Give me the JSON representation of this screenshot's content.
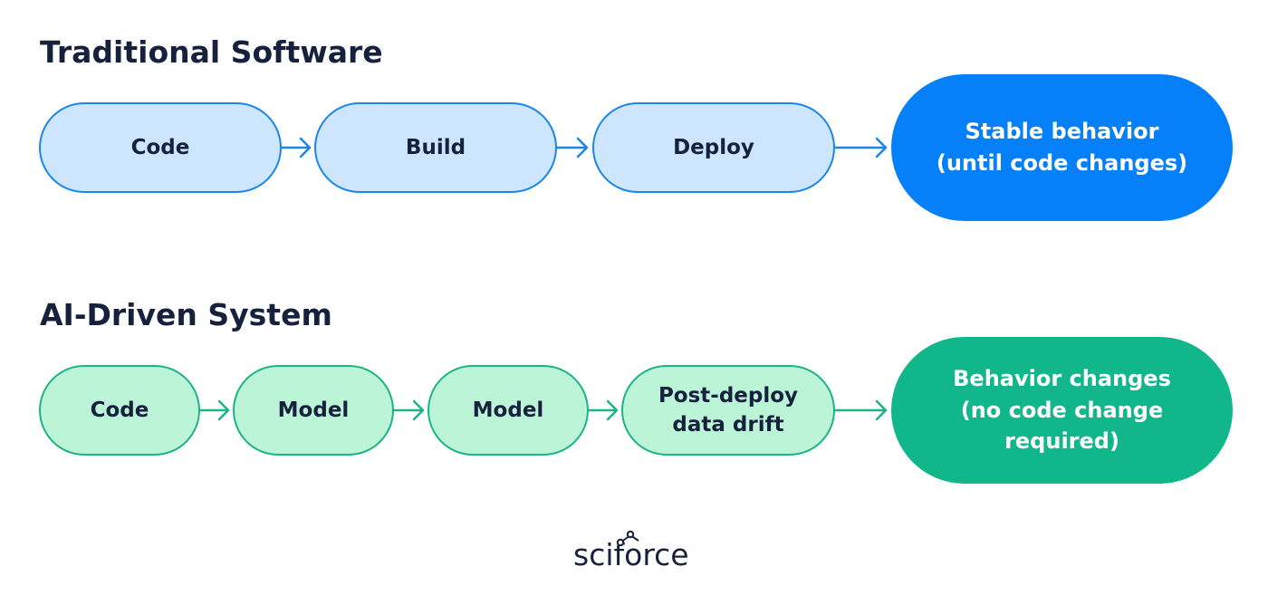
{
  "traditional": {
    "title": "Traditional Software",
    "steps": [
      "Code",
      "Build",
      "Deploy"
    ],
    "result": "Stable behavior\n(until code changes)"
  },
  "ai": {
    "title": "AI-Driven System",
    "steps": [
      "Code",
      "Model",
      "Model",
      "Post-deploy\ndata drift"
    ],
    "result": "Behavior changes\n(no code change\nrequired)"
  },
  "logo": {
    "text": "sciforce"
  },
  "colors": {
    "blue_fill": "#cde6fe",
    "blue_stroke": "#1a86ea",
    "blue_final": "#0580f8",
    "green_fill": "#bcf4d8",
    "green_stroke": "#1ab487",
    "green_final": "#11b68a",
    "title_text": "#16213d"
  }
}
